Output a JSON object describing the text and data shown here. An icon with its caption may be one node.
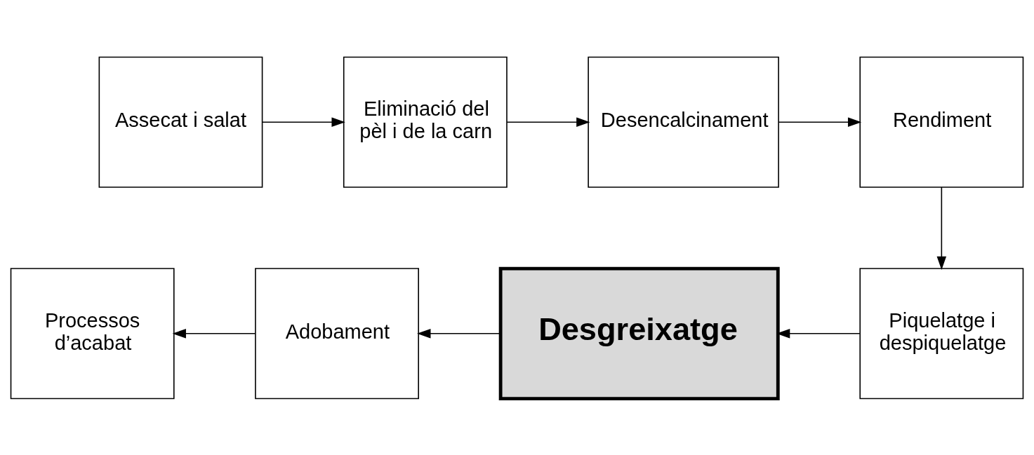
{
  "diagram": {
    "nodes": [
      {
        "text": [
          "Assecat i salat"
        ]
      },
      {
        "text": [
          "Eliminació del pèl i de la carn"
        ]
      },
      {
        "text": [
          "Desencalcinament"
        ]
      },
      {
        "text": [
          "Rendiment"
        ]
      },
      {
        "text": [
          "Piquelatge i despiquelatge"
        ]
      },
      {
        "text": [
          "Desgreixatge"
        ]
      },
      {
        "text": [
          "Adobament"
        ]
      },
      {
        "text": [
          "Processos d’acabat"
        ]
      }
    ],
    "edges": [
      {
        "from": 0,
        "to": 1,
        "arrow": "to"
      },
      {
        "from": 1,
        "to": 2,
        "arrow": "to"
      },
      {
        "from": 2,
        "to": 3,
        "arrow": "to"
      },
      {
        "from": 3,
        "to": 4,
        "arrow": "to"
      },
      {
        "from": 4,
        "to": 5,
        "arrow": "to"
      },
      {
        "from": 5,
        "to": 6,
        "arrow": "to"
      },
      {
        "from": 6,
        "to": 7,
        "arrow": "to"
      }
    ]
  }
}
